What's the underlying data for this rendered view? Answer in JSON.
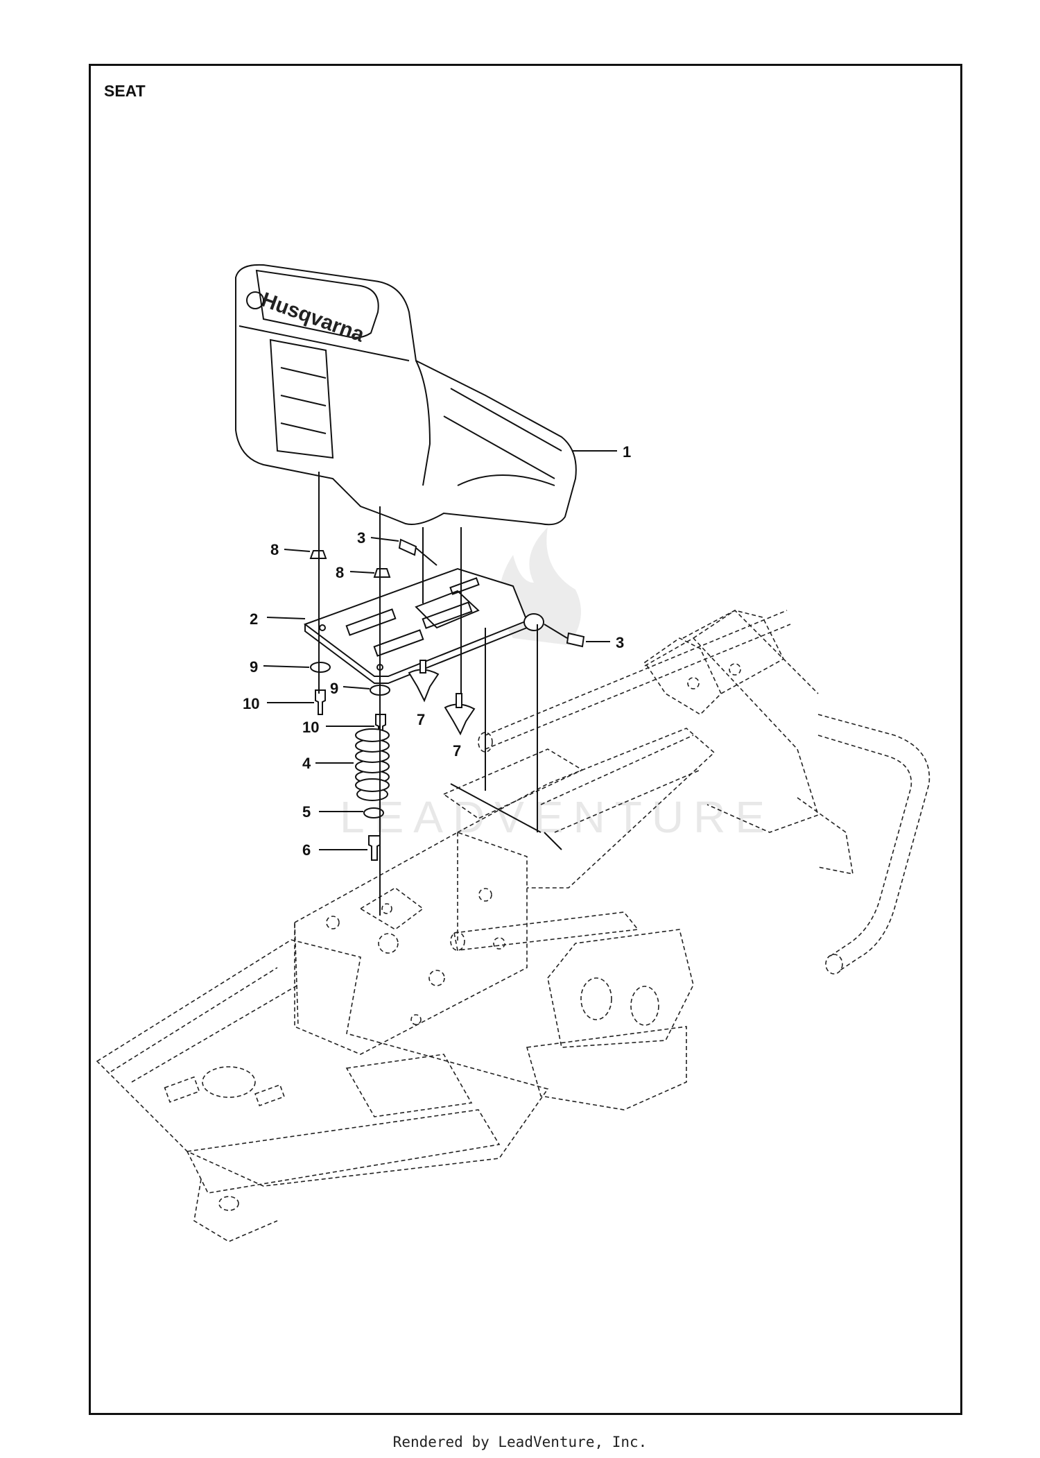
{
  "title": "SEAT",
  "footer": "Rendered by LeadVenture, Inc.",
  "brand_logo_text": "Husqvarna",
  "watermark_text": "LEADVENTURE",
  "callouts": [
    "1",
    "2",
    "3",
    "3",
    "4",
    "5",
    "6",
    "7",
    "7",
    "8",
    "8",
    "9",
    "9",
    "10",
    "10"
  ]
}
